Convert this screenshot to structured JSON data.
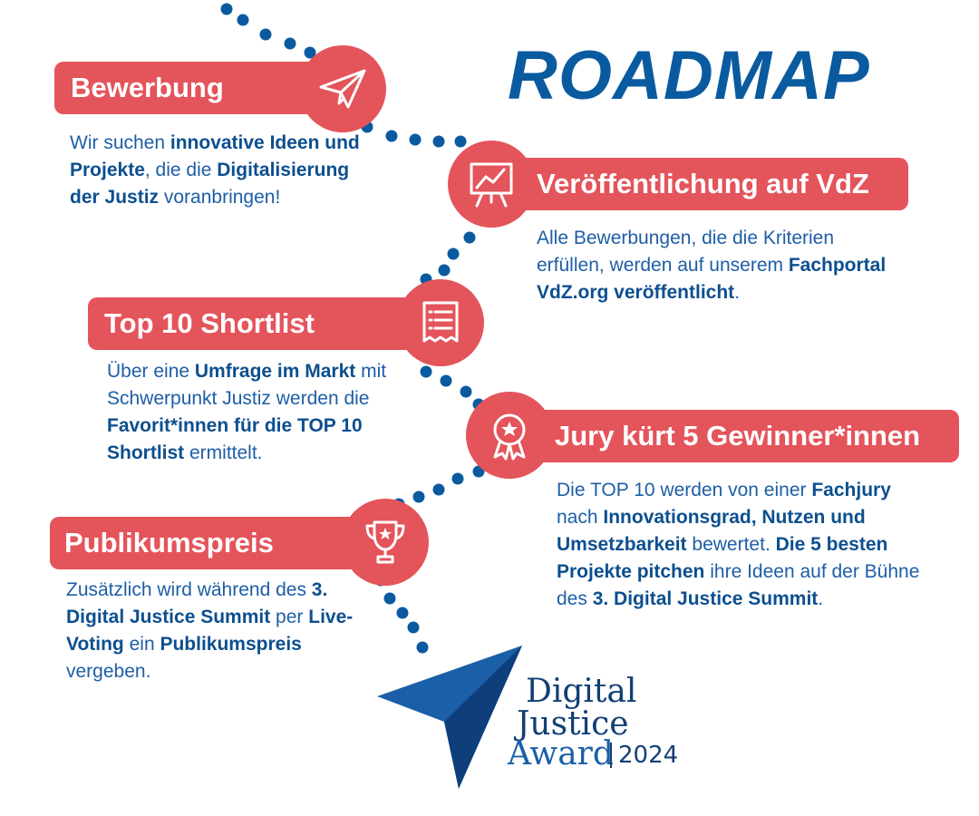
{
  "title": "ROADMAP",
  "colors": {
    "accent": "#e4545b",
    "primary": "#0a5aa0",
    "text": "#1e5ea6"
  },
  "steps": [
    {
      "heading": "Bewerbung",
      "icon": "paper-plane-icon",
      "desc": [
        {
          "t": "Wir suchen ",
          "b": false
        },
        {
          "t": "innovative Ideen und Projekte",
          "b": true
        },
        {
          "t": ", die die ",
          "b": false
        },
        {
          "t": "Digitalisierung der Justiz",
          "b": true
        },
        {
          "t": " voranbringen!",
          "b": false
        }
      ]
    },
    {
      "heading": "Veröffentlichung auf VdZ",
      "icon": "presentation-chart-icon",
      "desc": [
        {
          "t": "Alle Bewerbungen, die die Kriterien erfüllen, werden auf unserem ",
          "b": false
        },
        {
          "t": "Fachportal VdZ.org veröffentlicht",
          "b": true
        },
        {
          "t": ".",
          "b": false
        }
      ]
    },
    {
      "heading": "Top 10 Shortlist",
      "icon": "receipt-list-icon",
      "desc": [
        {
          "t": "Über eine ",
          "b": false
        },
        {
          "t": "Umfrage im Markt",
          "b": true
        },
        {
          "t": " mit Schwerpunkt Justiz werden die ",
          "b": false
        },
        {
          "t": "Favorit*innen für die TOP 10 Shortlist",
          "b": true
        },
        {
          "t": " ermittelt.",
          "b": false
        }
      ]
    },
    {
      "heading": "Jury kürt 5 Gewinner*innen",
      "icon": "award-rosette-icon",
      "desc": [
        {
          "t": "Die TOP 10 werden von einer ",
          "b": false
        },
        {
          "t": "Fachjury",
          "b": true
        },
        {
          "t": " nach ",
          "b": false
        },
        {
          "t": "Innovationsgrad, Nutzen und Umsetzbarkeit",
          "b": true
        },
        {
          "t": " bewertet. ",
          "b": false
        },
        {
          "t": "Die 5 besten Projekte pitchen",
          "b": true
        },
        {
          "t": " ihre Ideen auf der Bühne des ",
          "b": false
        },
        {
          "t": "3. Digital Justice Summit",
          "b": true
        },
        {
          "t": ".",
          "b": false
        }
      ]
    },
    {
      "heading": "Publikumspreis",
      "icon": "trophy-icon",
      "desc": [
        {
          "t": "Zusätzlich wird während des ",
          "b": false
        },
        {
          "t": "3. Digital Justice Summit",
          "b": true
        },
        {
          "t": " per ",
          "b": false
        },
        {
          "t": "Live-Voting",
          "b": true
        },
        {
          "t": " ein ",
          "b": false
        },
        {
          "t": "Publikumspreis",
          "b": true
        },
        {
          "t": " vergeben.",
          "b": false
        }
      ]
    }
  ],
  "logo": {
    "line1": "Digital",
    "line2": "Justice",
    "line3": "Award",
    "year": "2024",
    "icon": "arrowhead-logo-icon"
  }
}
